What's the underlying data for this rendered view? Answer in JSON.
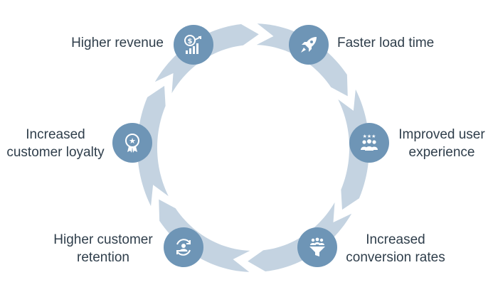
{
  "colors": {
    "ring": "#c4d3e1",
    "node": "#6e95b6",
    "icon": "#ffffff",
    "text": "#2f3e4b"
  },
  "items": [
    {
      "icon": "revenue-icon",
      "lines": [
        "Higher revenue"
      ]
    },
    {
      "icon": "rocket-icon",
      "lines": [
        "Faster load time"
      ]
    },
    {
      "icon": "user-stars-icon",
      "lines": [
        "Improved user",
        "experience"
      ]
    },
    {
      "icon": "funnel-icon",
      "lines": [
        "Increased",
        "conversion rates"
      ]
    },
    {
      "icon": "retention-icon",
      "lines": [
        "Higher customer",
        "retention"
      ]
    },
    {
      "icon": "award-icon",
      "lines": [
        "Increased",
        "customer loyalty"
      ]
    }
  ]
}
